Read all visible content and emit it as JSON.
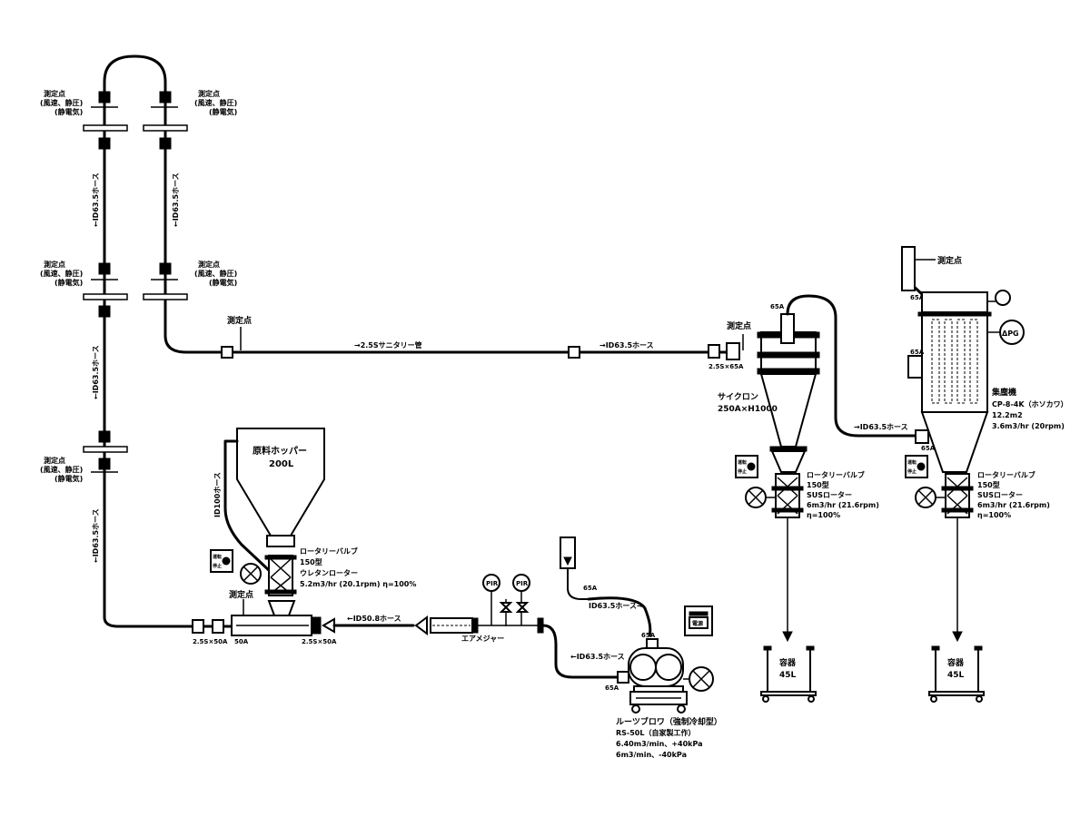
{
  "measure_points": {
    "left_top_left": [
      "測定点",
      "(風速、静圧)",
      "(静電気)"
    ],
    "left_top_right": [
      "測定点",
      "(風速、静圧)",
      "(静電気)"
    ],
    "left_mid_left": [
      "測定点",
      "(風速、静圧)",
      "(静電気)"
    ],
    "left_mid_right": [
      "測定点",
      "(風速、静圧)",
      "(静電気)"
    ],
    "left_low": [
      "測定点",
      "(風速、静圧)",
      "(静電気)"
    ]
  },
  "pipe_labels": {
    "vert_left_upper": "←ID63.5ホース",
    "vert_right_upper": "←ID63.5ホース",
    "vert_left_mid": "←ID63.5ホース",
    "vert_left_lower": "←ID63.5ホース",
    "hopper_hose": "ID100ホース",
    "sanitary_pipe": "→2.5Sサニタリー管",
    "hose_to_cyclone": "→ID63.5ホース",
    "hose_to_filter": "→ID63.5ホース",
    "hose_to_ejector": "←ID50.8ホース",
    "blower_out": "←ID63.5ホース",
    "blower_in": "ID63.5ホース→"
  },
  "sizes": {
    "fitting_cyclone": "2.5S×65A",
    "fitting_bottom": "2.5S×50A",
    "ejector_in": "50A",
    "ejector_out": "2.5S×50A",
    "cyclone_top": "65A",
    "filter_port": "65A",
    "filter_in": "65A",
    "blower_top": "65A",
    "blower_side": "65A",
    "silencer_port": "65A"
  },
  "measure_point_labels": {
    "sanitary": "測定点",
    "cyclone_inlet": "測定点",
    "ejector_inlet": "測定点",
    "filter_top": "測定点"
  },
  "hopper": {
    "title": "原料ホッパー",
    "volume": "200L"
  },
  "rotary_valve_hopper": [
    "ロータリーバルブ",
    "150型",
    "ウレタンローター",
    "5.2m3/hr (20.1rpm) η=100%"
  ],
  "ejector": {
    "label": "エアメジャー"
  },
  "instruments": {
    "pir1": "PIR",
    "pir2": "PIR"
  },
  "blower": {
    "title": "ルーツブロワ（強制冷却型）",
    "model": "RS-50L（自家製工作）",
    "spec1": "6.40m3/min、+40kPa",
    "spec2": "6m3/min、-40kPa"
  },
  "control_box": {
    "label": "電源"
  },
  "cyclone": {
    "title": "サイクロン",
    "size": "250A×H1000"
  },
  "rotary_valve_cyclone": [
    "ロータリーバルブ",
    "150型",
    "SUSローター",
    "6m3/hr (21.6rpm)",
    "η=100%"
  ],
  "bag_filter": {
    "title": "集塵機",
    "model": "CP-8-4K（ホソカワ）",
    "area": "12.2m2",
    "flow": "3.6m3/hr (20rpm)"
  },
  "dp_gauge": "ΔPG",
  "rotary_valve_filter": [
    "ロータリーバルブ",
    "150型",
    "SUSローター",
    "6m3/hr (21.6rpm)",
    "η=100%"
  ],
  "container_left": {
    "label": "容器",
    "volume": "45L"
  },
  "container_right": {
    "label": "容器",
    "volume": "45L"
  },
  "switch_labels": {
    "on": "運転",
    "off": "停止"
  }
}
